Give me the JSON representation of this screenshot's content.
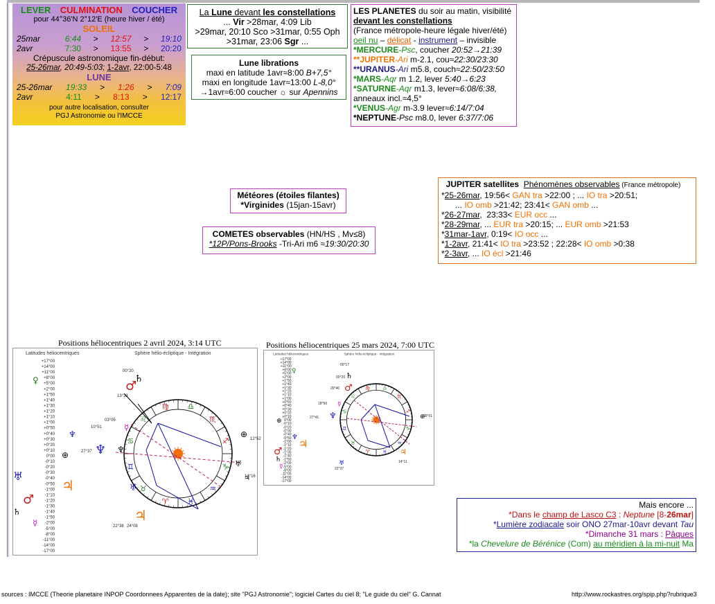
{
  "sun_moon": {
    "title_lever": "LEVER",
    "title_culmination": "CULMINATION",
    "title_coucher": "COUCHER",
    "coords": "pour 44°36'N  2°12'E (heure hiver / été)",
    "soleil_label": "SOLEIL",
    "soleil_rows": [
      {
        "date": "25mar",
        "rise": "6:44",
        "culm": "12:57",
        "set": "19:10"
      },
      {
        "date": "2avr",
        "rise": "7:30",
        "culm": "13:55",
        "set": "20:20"
      }
    ],
    "twilight_title": "Crépuscule astronomique fin-début:",
    "twilight_a": "25-26mar",
    "twilight_a_val": ", 20:49-5:03;",
    "twilight_b": "1-2avr",
    "twilight_b_val": ", 22:00-5:48",
    "lune_label": "LUNE",
    "lune_rows": [
      {
        "date": "25-26mar",
        "rise": "19:33",
        "culm": "1:26",
        "set": "7:09"
      },
      {
        "date": "2avr",
        "rise": "4:11",
        "culm": "8:13",
        "set": "12:17"
      }
    ],
    "arrow": ">",
    "other_loc_1": "pour autre localisation, consulter",
    "other_loc_2": "PGJ Astronomie ou l'IMCCE"
  },
  "moon_const": {
    "title_a": "La ",
    "title_b": "Lune",
    "title_c": " devant ",
    "title_d": "les constellations",
    "l1_a": "... ",
    "l1_b": "Vir",
    "l1_c": " >28mar, 4:09 Lib",
    "l2": ">29mar, 20:10 Sco >31mar, 0:55 Oph",
    "l3_a": ">31mar, 23:06 ",
    "l3_b": "Sgr",
    "l3_c": " ..."
  },
  "librations": {
    "title": "Lune librations",
    "l1_a": "maxi en latitude 1avr≈8:00 ",
    "l1_b": "B+7,5°",
    "l2_a": "maxi en longitude 1avr≈13:00 ",
    "l2_b": "L-8,0°",
    "l3_a": "→1avr≈6:00 coucher ☼ sur ",
    "l3_b": "Apennins"
  },
  "planets": {
    "title_a": "LES PLANETES",
    "title_b": " du soir au matin, visibilité",
    "title_c": "devant les constellations",
    "sub": "(France métropole-heure légale hiver/été)",
    "legend_a": "oeil nu",
    "legend_b": " – ",
    "legend_c": "délicat",
    "legend_d": " - ",
    "legend_e": "instrument",
    "legend_f": " – invisible",
    "items": [
      {
        "pre": "*",
        "name": "MERCURE",
        "const": "-Psc",
        "rest": ", coucher ",
        "time": "20:52→21:39"
      },
      {
        "pre": "**",
        "name": "JUPITER",
        "const": "-Ari",
        "rest": " m-2.1, cou≈",
        "time": "22:30/23:30"
      },
      {
        "pre": "**",
        "name": "URANUS",
        "const": "-Ari",
        "rest": " m5.8, couch≈",
        "time": "22:50/23:50"
      },
      {
        "pre": "*",
        "name": "MARS",
        "const": "-Aqr",
        "rest": " m 1.2, lever ",
        "time": "5:40→6:23"
      },
      {
        "pre": "*",
        "name": "SATURNE",
        "const": "-Aqr",
        "rest": " m1.3, lever≈",
        "time": "6:08/6:38,"
      },
      {
        "pre": "*",
        "name": "VENUS",
        "const": "-Agr",
        "rest": " m-3.9 lever≈",
        "time": "6:14/7:04"
      },
      {
        "pre": "*",
        "name": "NEPTUNE",
        "const": "-Psc",
        "rest": " m8.0, lever ",
        "time": "6:37/7:06"
      }
    ],
    "saturn_rings": "anneaux incl.≈4,5°"
  },
  "meteors": {
    "title": "Météores (étoiles filantes)",
    "item_a": "*Virginides",
    "item_b": " (15jan-15avr)"
  },
  "comets": {
    "title_a": "COMETES observables",
    "title_b": " (HN/HS , Mv≤8)",
    "item_a": "*12P/Pons-Brooks",
    "item_b": " -Tri-Ari m6 ≈",
    "item_c": "19:30/20:30"
  },
  "jupiter": {
    "title_a": "JUPITER satellites",
    "title_b": "Phénomènes observables",
    "title_c": " (France métropole)",
    "lines": [
      [
        {
          "t": "*",
          "c": ""
        },
        {
          "t": "25-26mar",
          "c": "und"
        },
        {
          "t": ", 19:56< ",
          "c": ""
        },
        {
          "t": "GAN tra",
          "c": "orange"
        },
        {
          "t": " >22:00 ; ... ",
          "c": ""
        },
        {
          "t": "IO tra",
          "c": "orange"
        },
        {
          "t": " >20:51;",
          "c": ""
        }
      ],
      [
        {
          "t": "      ... ",
          "c": ""
        },
        {
          "t": "IO omb",
          "c": "orange"
        },
        {
          "t": " >21:42; 23:41< ",
          "c": ""
        },
        {
          "t": "GAN omb",
          "c": "orange"
        },
        {
          "t": " ...",
          "c": ""
        }
      ],
      [
        {
          "t": "*",
          "c": ""
        },
        {
          "t": "26-27mar",
          "c": "und"
        },
        {
          "t": ",  23:33< ",
          "c": ""
        },
        {
          "t": "EUR occ",
          "c": "orange"
        },
        {
          "t": " ...",
          "c": ""
        }
      ],
      [
        {
          "t": "*",
          "c": ""
        },
        {
          "t": "28-29mar",
          "c": "und"
        },
        {
          "t": ", ... ",
          "c": ""
        },
        {
          "t": "EUR tra",
          "c": "orange"
        },
        {
          "t": " >20:15; ... ",
          "c": ""
        },
        {
          "t": "EUR omb",
          "c": "orange"
        },
        {
          "t": " >21:53",
          "c": ""
        }
      ],
      [
        {
          "t": "*",
          "c": ""
        },
        {
          "t": "31mar-1avr",
          "c": "und"
        },
        {
          "t": ", 0:19< ",
          "c": ""
        },
        {
          "t": "IO occ",
          "c": "orange"
        },
        {
          "t": " ...",
          "c": ""
        }
      ],
      [
        {
          "t": "*",
          "c": ""
        },
        {
          "t": "1-2avr",
          "c": "und"
        },
        {
          "t": ", 21:41< ",
          "c": ""
        },
        {
          "t": "IO tra",
          "c": "orange"
        },
        {
          "t": " >23:52 ; 22:28< ",
          "c": ""
        },
        {
          "t": "IO omb",
          "c": "orange"
        },
        {
          "t": " >0:38",
          "c": ""
        }
      ],
      [
        {
          "t": "*",
          "c": ""
        },
        {
          "t": "2-3avr",
          "c": "und"
        },
        {
          "t": ", ... ",
          "c": ""
        },
        {
          "t": "IO écl",
          "c": "orange"
        },
        {
          "t": " >21:46",
          "c": ""
        }
      ]
    ]
  },
  "chart1": {
    "caption": "Positions héliocentriques 2 avril  2024, 3:14 UTC",
    "sub_left": "Latitudes héliocentriques",
    "sub_right": "Sphère hélio-écliptique - Intégration",
    "ticks": [
      "+17°00",
      "+14°00",
      "+11°00",
      "+8°00",
      "+5°00",
      "+2°00",
      "+1°50",
      "+1°40",
      "+1°30",
      "+1°20",
      "+1°10",
      "+1°00",
      "+0°50",
      "+0°40",
      "+0°30",
      "+0°20",
      "+0°10",
      "0°00",
      "-0°10",
      "-0°20",
      "-0°30",
      "-0°40",
      "-0°50",
      "-1°00",
      "-1°10",
      "-1°20",
      "-1°30",
      "-1°40",
      "-1°50",
      "-2°00",
      "-5°00",
      "-8°00",
      "-11°00",
      "-14°00",
      "-17°00"
    ],
    "labels": [
      "00°20",
      "13°33",
      "03°05",
      "10°51",
      "27°37",
      "12°52",
      "14°16",
      "22°38",
      "24°08"
    ]
  },
  "chart2": {
    "caption": "Positions héliocentriques 25 mars 2024, 7:00 UTC",
    "sub_left": "Latitudes héliocentriques",
    "sub_right": "Sphère hélio-écliptique - Intégration",
    "ticks": [
      "+17°00",
      "+14°00",
      "+11°00",
      "+8°00",
      "+5°00",
      "+2°00",
      "+1°50",
      "+1°40",
      "+1°30",
      "+1°20",
      "+1°10",
      "+1°00",
      "+0°50",
      "+0°40",
      "+0°30",
      "+0°20",
      "+0°10",
      "0°00",
      "-0°10",
      "-0°20",
      "-0°30",
      "-0°40",
      "-0°50",
      "-1°00",
      "-1°10",
      "-1°20",
      "-1°30",
      "-1°40",
      "-1°50",
      "-2°00",
      "-5°00",
      "-8°00",
      "-11°00",
      "-14°00",
      "-17°00"
    ],
    "labels": [
      "00°17",
      "00°20",
      "20°40",
      "18°56",
      "27°41",
      "06°01",
      "22°37",
      "14°11"
    ]
  },
  "mais": {
    "title": "Mais encore ...",
    "l1_a": "*Dans le ",
    "l1_b": "champ de Lasco C3",
    "l1_c": " : ",
    "l1_d": "Neptune",
    "l1_e": " [8-",
    "l1_f": "26mar",
    "l1_g": "]",
    "l2_a": "*",
    "l2_b": "Lumière zodiacale",
    "l2_c": " soir ONO 27mar-10avr devant ",
    "l2_d": "Tau",
    "l3_a": "*Dimanche 31 mars : ",
    "l3_b": "Pâques",
    "l4_a": "*la ",
    "l4_b": "Chevelure de Bérénice",
    "l4_c": " (Com) ",
    "l4_d": "au méridien à la mi-nuit",
    "l4_e": " Ma"
  },
  "footer": {
    "sources": "sources : IMCCE (Theorie planetaire INPOP Coordonnees Apparentes de la date); site \"PGJ Astronomie\"; logiciel  Cartes du ciel 8; \"Le guide du ciel\" G. Cannat",
    "url": "http://www.rockastres.org/spip.php?rubrique3"
  },
  "colors": {
    "accent_green": "#1a8a1a",
    "accent_red": "#e01010",
    "accent_blue": "#2020c0",
    "accent_orange": "#f07000"
  }
}
